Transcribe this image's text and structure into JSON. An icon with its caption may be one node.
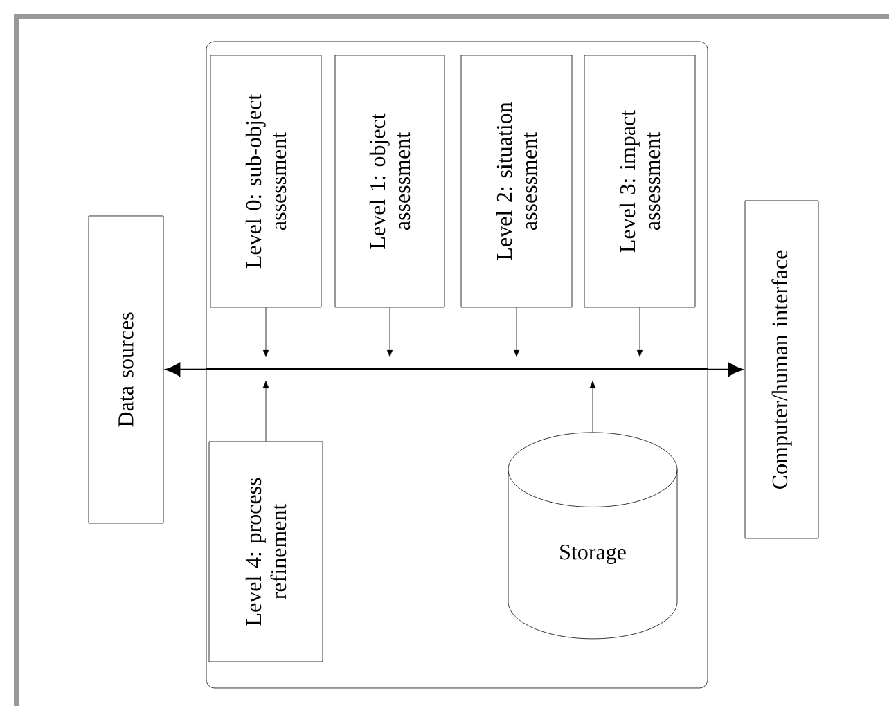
{
  "diagram": {
    "nodes": [
      {
        "text": [],
        "shape": "box"
      },
      {
        "text": [
          "Level 0: sub-object assessment"
        ],
        "in": 0
      },
      {
        "text": [
          "Level 1: object assessment"
        ],
        "in": 0
      },
      {
        "text": [
          "Level 2: situation assessment"
        ],
        "in": 0
      },
      {
        "text": [
          "Level 3: impact assessment"
        ],
        "in": 0
      },
      {
        "text": [
          "Level 4: process refinement"
        ],
        "in": 0
      },
      {
        "text": [
          "Storage"
        ],
        "in": 0
      },
      {
        "text": [
          "Data sources"
        ]
      },
      {
        "text": [
          "Computer/human interface"
        ]
      },
      {
        "text": [],
        "shape": "bar",
        "in": 0
      }
    ],
    "edges": [
      {
        "from": 9,
        "to": 7,
        "arrow": "to"
      },
      {
        "from": 9,
        "to": 8,
        "arrow": "to"
      },
      {
        "from": 1,
        "to": 9,
        "arrow": "to"
      },
      {
        "from": 2,
        "to": 9,
        "arrow": "to"
      },
      {
        "from": 3,
        "to": 9,
        "arrow": "to"
      },
      {
        "from": 4,
        "to": 9,
        "arrow": "to"
      },
      {
        "from": 5,
        "to": 9,
        "arrow": "to"
      },
      {
        "from": 6,
        "to": 9,
        "arrow": "to"
      }
    ]
  }
}
